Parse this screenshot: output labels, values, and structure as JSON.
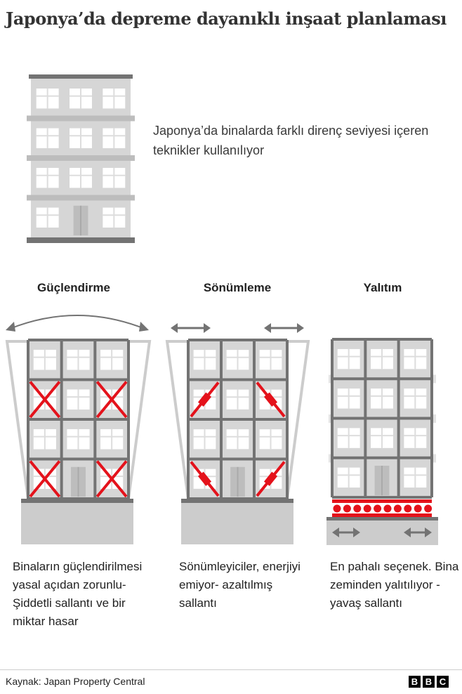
{
  "title": "Japonya’da depreme dayanıklı inşaat planlaması",
  "intro": "Japonya’da binalarda farklı direnç seviyesi içeren teknikler kullanılıyor",
  "techniques": [
    {
      "heading": "Güçlendirme",
      "caption": "Binaların güçlendirilmesi yasal açıdan zorunlu- Şiddetli sallantı ve bir miktar hasar"
    },
    {
      "heading": "Sönümleme",
      "caption": "Sönümleyiciler, enerjiyi emiyor- azaltılmış sallantı"
    },
    {
      "heading": "Yalıtım",
      "caption": "En pahalı seçenek. Bina zeminden yalıtılıyor - yavaş sallantı"
    }
  ],
  "footer": {
    "source": "Kaynak: Japan Property Central",
    "logo": [
      "B",
      "B",
      "C"
    ]
  },
  "colors": {
    "accent": "#e4121b",
    "frame": "#737373",
    "wall": "#cfcfcf",
    "base": "#cccccc"
  }
}
